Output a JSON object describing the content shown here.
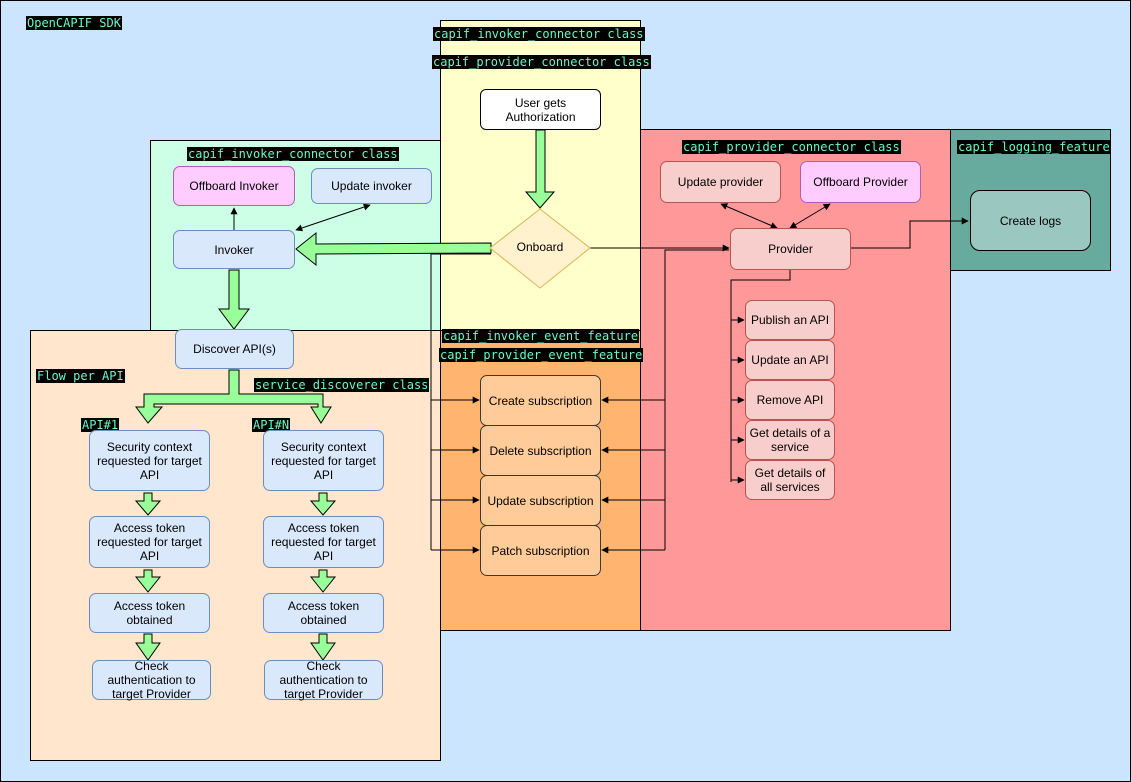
{
  "sdk_label": "OpenCAPIF SDK",
  "colors": {
    "background": "#cce5ff",
    "invoker_region": "#ccffe6",
    "onboard_region": "#ffffcc",
    "provider_region": "#ff9999",
    "logging_region": "#67ab9f",
    "flow_region": "#ffe6cc",
    "event_region": "#ffb570",
    "flow_arrow": "#99ff99"
  },
  "tags": {
    "top_invoker_connector": "capif_invoker_connector class",
    "top_provider_connector": "capif_provider_connector class",
    "invoker_connector": "capif_invoker_connector class",
    "provider_connector": "capif_provider_connector class",
    "logging_feature": "capif_logging_feature",
    "invoker_event_feature": "capif_invoker_event_feature",
    "provider_event_feature": "capif_provider_event_feature",
    "flow_per_api": "Flow per API",
    "service_discoverer": "service_discoverer class",
    "api_1": "API#1",
    "api_n": "API#N"
  },
  "nodes": {
    "user_auth": "User gets Authorization",
    "onboard": "Onboard",
    "offboard_invoker": "Offboard Invoker",
    "update_invoker": "Update invoker",
    "invoker": "Invoker",
    "discover_apis": "Discover API(s)",
    "update_provider": "Update provider",
    "offboard_provider": "Offboard Provider",
    "provider": "Provider",
    "create_logs": "Create logs",
    "publish_api": "Publish an API",
    "update_api": "Update an API",
    "remove_api": "Remove API",
    "get_details_service": "Get details of a service",
    "get_details_all": "Get details of all services",
    "create_subscription": "Create subscription",
    "delete_subscription": "Delete subscription",
    "update_subscription": "Update subscription",
    "patch_subscription": "Patch subscription",
    "security_context": "Security context requested for target API",
    "access_token_requested": "Access token requested for target API",
    "access_token_obtained": "Access token obtained",
    "check_auth": "Check authentication to target Provider"
  }
}
